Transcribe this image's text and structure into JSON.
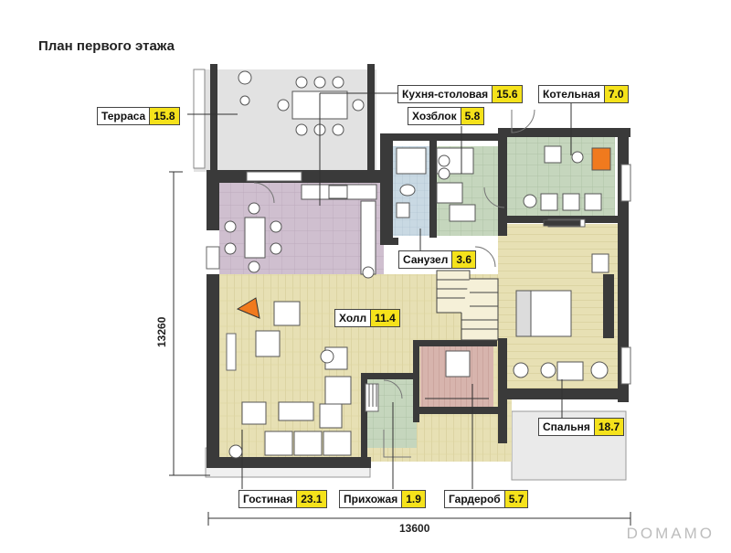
{
  "title": "План первого этажа",
  "rooms": {
    "terrace": {
      "name": "Терраса",
      "area": "15.8"
    },
    "kitchen": {
      "name": "Кухня-столовая",
      "area": "15.6"
    },
    "boiler": {
      "name": "Котельная",
      "area": "7.0"
    },
    "utility": {
      "name": "Хозблок",
      "area": "5.8"
    },
    "bathroom": {
      "name": "Санузел",
      "area": "3.6"
    },
    "hall": {
      "name": "Холл",
      "area": "11.4"
    },
    "bedroom": {
      "name": "Спальня",
      "area": "18.7"
    },
    "living": {
      "name": "Гостиная",
      "area": "23.1"
    },
    "entry": {
      "name": "Прихожая",
      "area": "1.9"
    },
    "wardrobe": {
      "name": "Гардероб",
      "area": "5.7"
    }
  },
  "dimensions": {
    "width": "13600",
    "height": "13260"
  },
  "watermark": "DOMAMO",
  "colors": {
    "wall": "#3a3a3a",
    "hall_floor": "#e7e0b4",
    "kitchen_floor": "#cfbfcf",
    "tile_floor": "#c5d6bd",
    "bath_floor": "#c9d9e3",
    "wardrobe_floor": "#d7b4ad",
    "terrace_floor": "#e2e2e2",
    "label_area": "#f5e21b",
    "fireplace": "#f07a1e"
  }
}
